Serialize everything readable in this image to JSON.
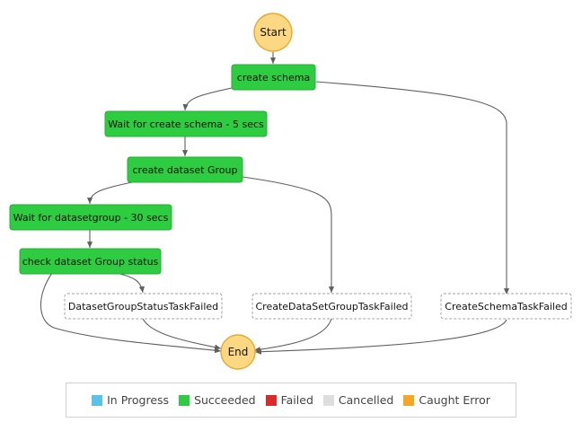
{
  "diagram": {
    "states": {
      "start": "Start",
      "end": "End"
    },
    "nodes": {
      "create_schema": "create schema",
      "wait_schema": "Wait for create schema - 5 secs",
      "create_dataset_group": "create dataset Group",
      "wait_dataset_group": "Wait for datasetgroup - 30 secs",
      "check_status": "check dataset Group status",
      "dsg_status_failed": "DatasetGroupStatusTaskFailed",
      "create_dsg_failed": "CreateDataSetGroupTaskFailed",
      "create_schema_failed": "CreateSchemaTaskFailed"
    }
  },
  "legend": {
    "items": [
      {
        "label": "In Progress",
        "color": "#59c2e6"
      },
      {
        "label": "Succeeded",
        "color": "#2ecc40"
      },
      {
        "label": "Failed",
        "color": "#d82c2c"
      },
      {
        "label": "Cancelled",
        "color": "#dddddd"
      },
      {
        "label": "Caught Error",
        "color": "#f5a623"
      }
    ]
  },
  "colors": {
    "succeeded_fill": "#2ecc40",
    "succeeded_border": "#27ad36",
    "terminal_fill": "#fdd882",
    "terminal_border": "#e5a934",
    "edge": "#5f5f5f"
  }
}
